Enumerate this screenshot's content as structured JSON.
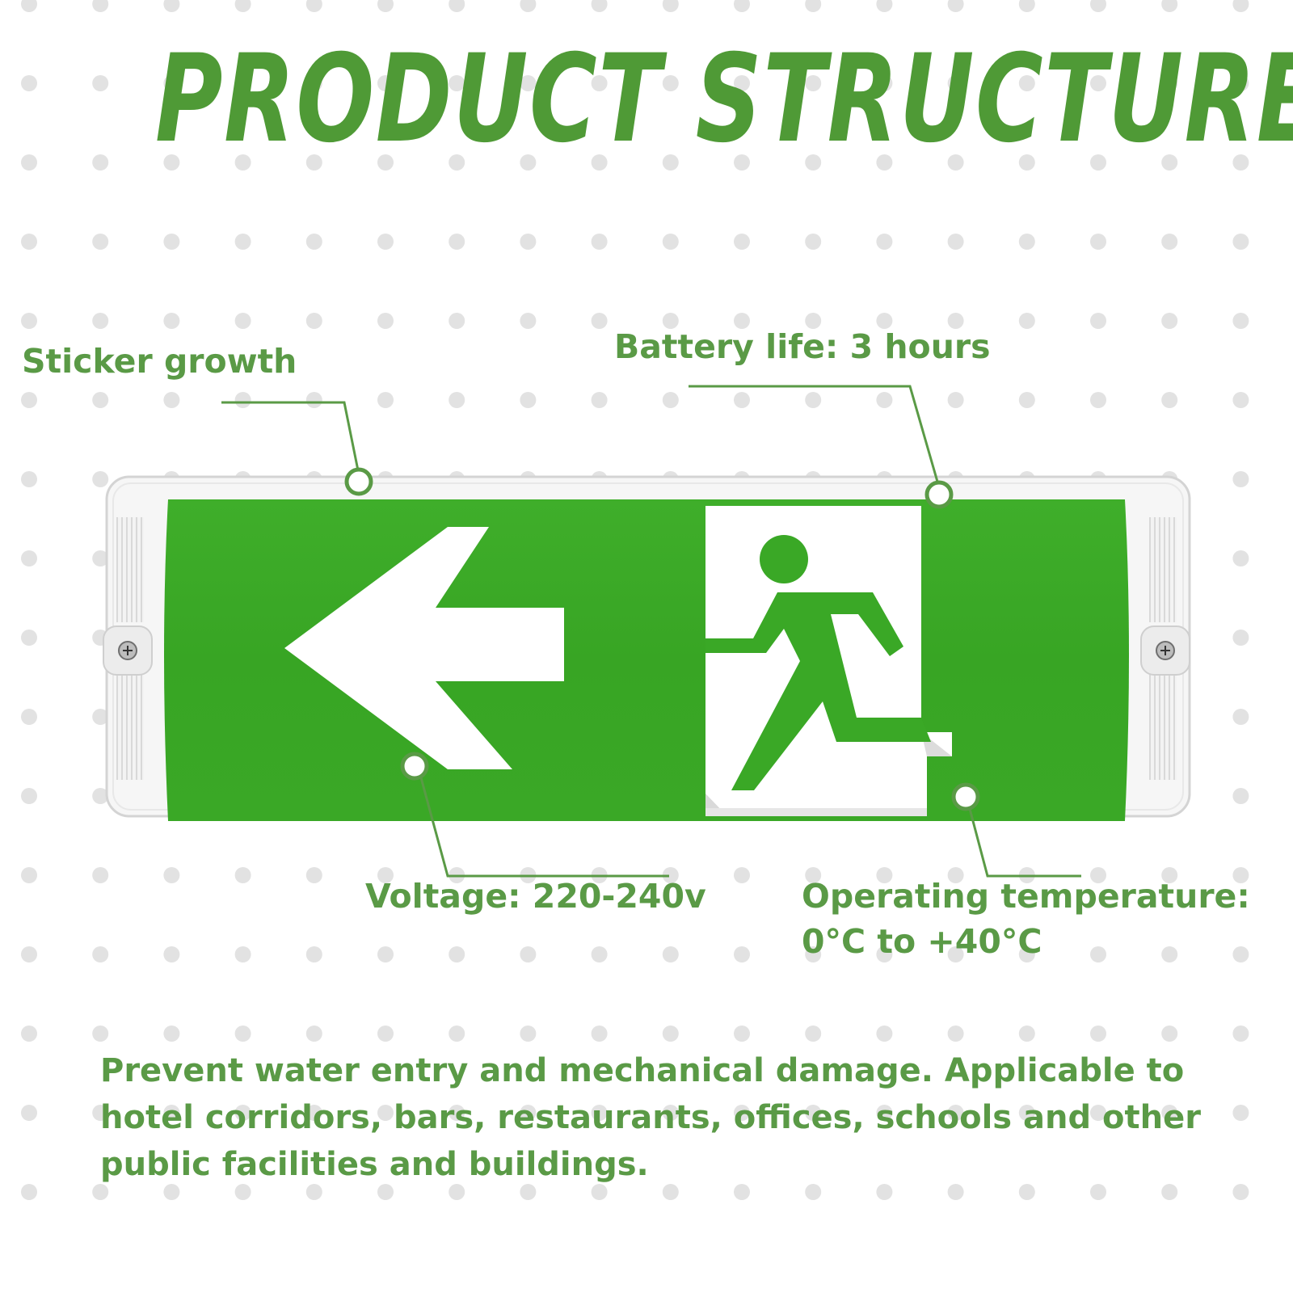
{
  "title": "PRODUCT STRUCTURE",
  "labels": {
    "sticker": "Sticker growth",
    "battery": "Battery life: 3 hours",
    "voltage": "Voltage: 220-240v",
    "temperature_line1": "Operating temperature:",
    "temperature_line2": "0°C to +40°C"
  },
  "description": "Prevent water entry and mechanical damage. Applicable to hotel corridors, bars, restaurants, offices, schools and other public facilities and buildings.",
  "colors": {
    "title_green": "#4f9a36",
    "label_green": "#5a9a46",
    "sign_green": "#3aa826",
    "dot_gray": "#e2e2e2"
  },
  "icons": [
    "left-arrow-icon",
    "running-man-icon",
    "exit-door-icon",
    "screw-icon"
  ]
}
